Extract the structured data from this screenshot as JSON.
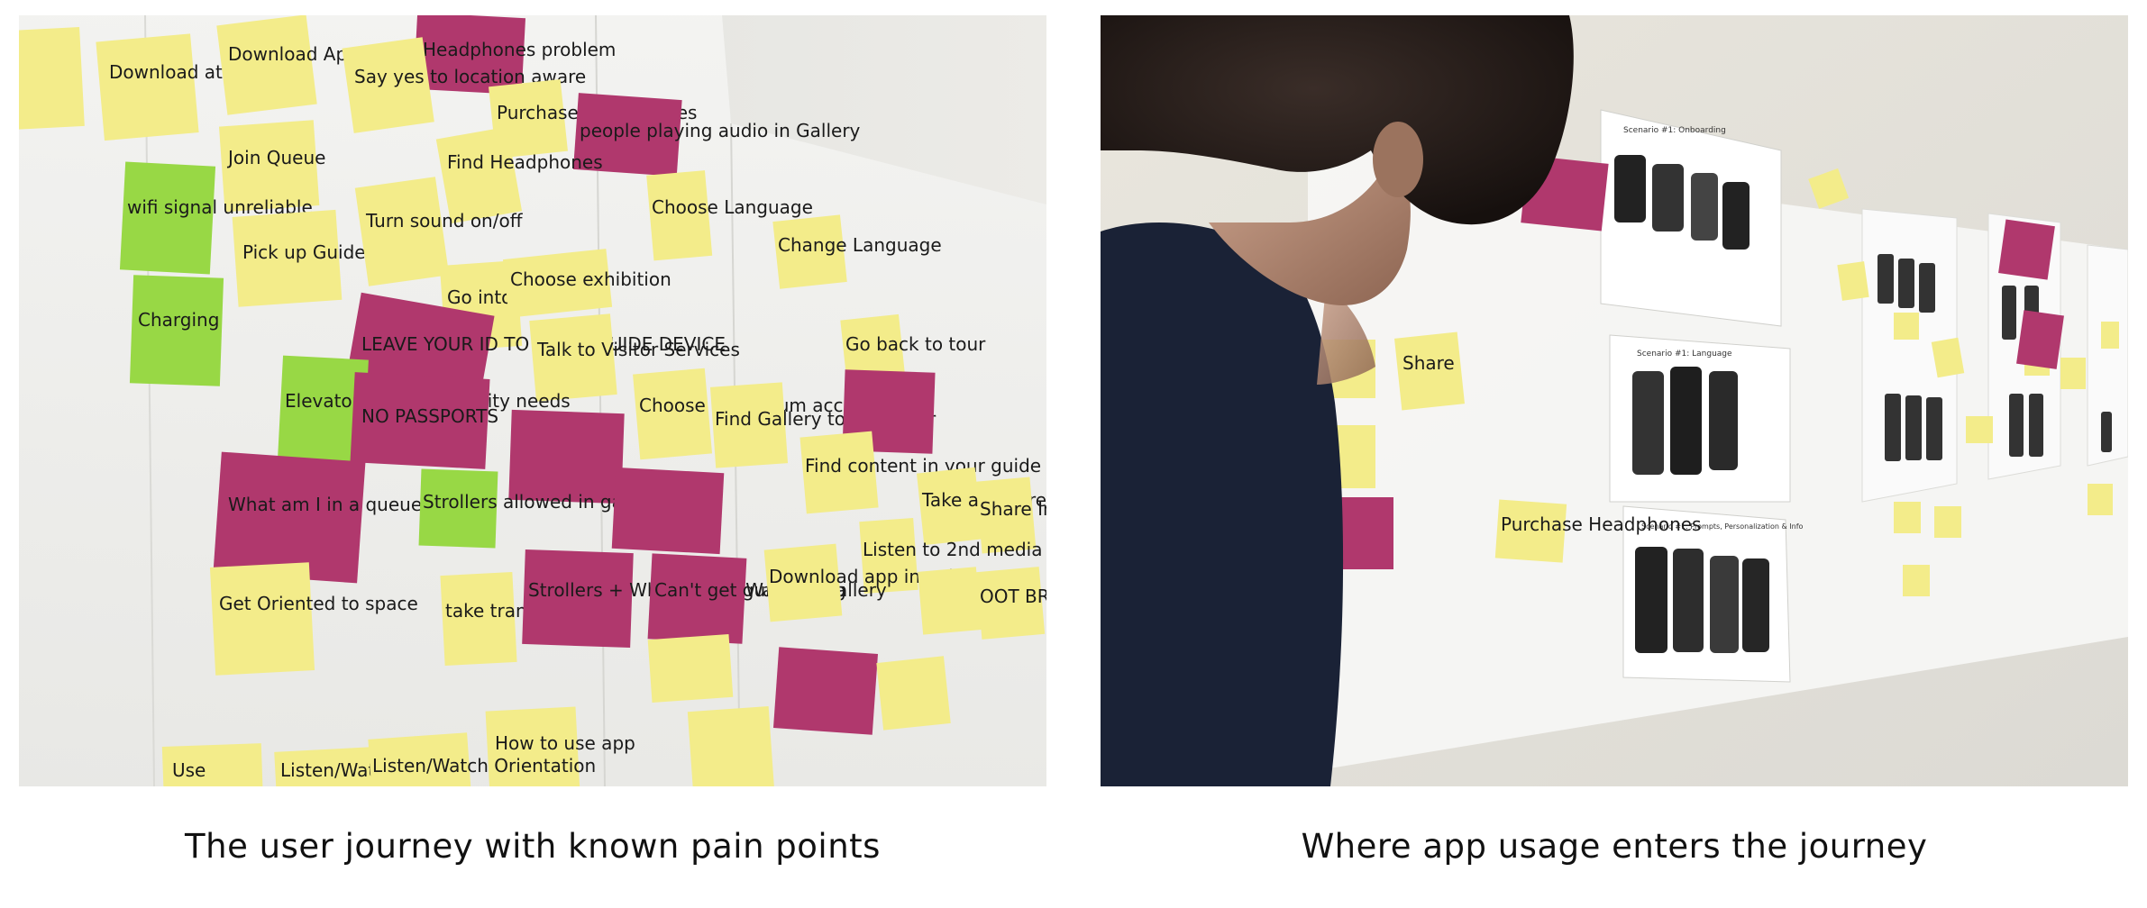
{
  "captions": {
    "left": "The user journey with known pain points",
    "right": "Where app usage enters the journey"
  },
  "photos": {
    "left": {
      "notes": [
        {
          "text": "Download App",
          "color": "yellow"
        },
        {
          "text": "Download at",
          "color": "yellow"
        },
        {
          "text": "Headphones problem",
          "color": "magenta"
        },
        {
          "text": "Say yes to location aware",
          "color": "yellow"
        },
        {
          "text": "Purchase Headphones",
          "color": "yellow"
        },
        {
          "text": "people playing audio in Gallery",
          "color": "magenta"
        },
        {
          "text": "Join Queue",
          "color": "yellow"
        },
        {
          "text": "Find Headphones",
          "color": "yellow"
        },
        {
          "text": "Choose Language",
          "color": "yellow"
        },
        {
          "text": "wifi signal unreliable",
          "color": "green"
        },
        {
          "text": "Pick up Guide",
          "color": "yellow"
        },
        {
          "text": "Turn sound on/off",
          "color": "yellow"
        },
        {
          "text": "Change Language",
          "color": "yellow"
        },
        {
          "text": "Charging",
          "color": "green"
        },
        {
          "text": "Go into Building",
          "color": "yellow"
        },
        {
          "text": "Choose exhibition",
          "color": "yellow"
        },
        {
          "text": "LEAVE YOUR ID TO GET A GUIDE DEVICE",
          "color": "magenta"
        },
        {
          "text": "Talk to Visitor Services",
          "color": "yellow"
        },
        {
          "text": "Go back to tour",
          "color": "yellow"
        },
        {
          "text": "Elevator For Accessibility needs",
          "color": "green"
        },
        {
          "text": "NO PASSPORTS",
          "color": "magenta"
        },
        {
          "text": "Choose a museum access step",
          "color": "yellow"
        },
        {
          "text": "Find Gallery to start tour",
          "color": "yellow"
        },
        {
          "text": "What am I in a queue for?",
          "color": "magenta"
        },
        {
          "text": "Strollers allowed in garden",
          "color": "green"
        },
        {
          "text": "Find content in your guide",
          "color": "yellow"
        },
        {
          "text": "Take a Picture",
          "color": "yellow"
        },
        {
          "text": "Share Info",
          "color": "yellow"
        },
        {
          "text": "Listen to 2nd media content",
          "color": "yellow"
        },
        {
          "text": "Get Oriented to space",
          "color": "yellow"
        },
        {
          "text": "take tram or walk",
          "color": "yellow"
        },
        {
          "text": "Strollers + Wheelchairs Wayfinding",
          "color": "magenta"
        },
        {
          "text": "Can't get guide at Gallery",
          "color": "magenta"
        },
        {
          "text": "Download app in gallery",
          "color": "yellow"
        },
        {
          "text": "OOT BREAK",
          "color": "yellow"
        },
        {
          "text": "How to use app",
          "color": "yellow"
        },
        {
          "text": "Use",
          "color": "yellow"
        },
        {
          "text": "Listen/Watch",
          "color": "yellow"
        },
        {
          "text": "Listen/Watch Orientation",
          "color": "yellow"
        }
      ]
    },
    "right": {
      "boards": [
        {
          "title": "Scenario #1: Onboarding"
        },
        {
          "title": "Scenario #1: Language"
        },
        {
          "title": "Scenario #1: Prompts, Personalization & Info"
        }
      ],
      "notes": [
        {
          "text": "Purchase Headphones",
          "color": "yellow"
        },
        {
          "text": "Share",
          "color": "yellow"
        }
      ]
    }
  },
  "colors": {
    "wall_left": "#dcdcd8",
    "paper": "#f2f2f0",
    "yellow_note": "#f3ec8a",
    "green_note": "#98d845",
    "magenta_note": "#b0386d",
    "hair": "#2a2220",
    "shirt": "#1a2236",
    "wall_right": "#ebe8e0"
  }
}
